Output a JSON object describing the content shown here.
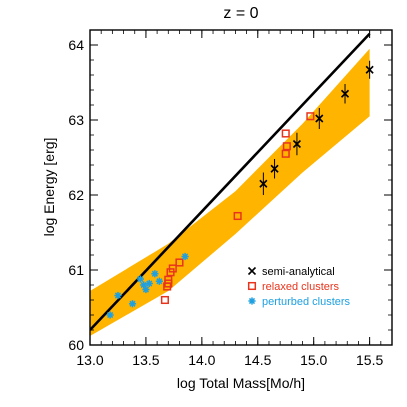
{
  "chart_data": {
    "type": "scatter",
    "title": "z = 0",
    "xlabel": "log Total Mass[Mo/h]",
    "ylabel": "log Energy [erg]",
    "xlim": [
      13.0,
      15.7
    ],
    "ylim": [
      60.0,
      64.2
    ],
    "xticks": [
      "13.0",
      "13.5",
      "14.0",
      "14.5",
      "15.0",
      "15.5"
    ],
    "yticks": [
      "60",
      "61",
      "62",
      "63",
      "64"
    ],
    "xtick_values": [
      13.0,
      13.5,
      14.0,
      14.5,
      15.0,
      15.5
    ],
    "ytick_values": [
      60,
      61,
      62,
      63,
      64
    ],
    "legend_position": "bottom-right",
    "reference_line": {
      "x": [
        13.0,
        15.5
      ],
      "y": [
        60.2,
        64.15
      ],
      "color": "#000000"
    },
    "band": {
      "color": "#FFB400",
      "x": [
        13.0,
        13.7,
        14.3,
        14.9,
        15.5
      ],
      "lower": [
        60.12,
        60.72,
        61.48,
        62.3,
        63.05
      ],
      "upper": [
        60.72,
        61.35,
        62.05,
        62.95,
        63.95
      ]
    },
    "series": [
      {
        "name": "semi-analytical",
        "marker": "x",
        "color": "#000000",
        "x": [
          14.55,
          14.65,
          14.85,
          15.05,
          15.28,
          15.5
        ],
        "y": [
          62.15,
          62.35,
          62.68,
          63.02,
          63.35,
          63.67
        ],
        "yerr": [
          0.15,
          0.13,
          0.15,
          0.14,
          0.13,
          0.12
        ]
      },
      {
        "name": "relaxed clusters",
        "marker": "square",
        "color": "#E8341C",
        "x": [
          13.67,
          13.69,
          13.7,
          13.7,
          13.72,
          13.74,
          13.8,
          14.32,
          14.75,
          14.76,
          14.75,
          14.97
        ],
        "y": [
          60.6,
          60.78,
          60.82,
          60.87,
          60.97,
          61.02,
          61.1,
          61.72,
          62.55,
          62.65,
          62.82,
          63.05
        ]
      },
      {
        "name": "perturbed clusters",
        "marker": "star",
        "color": "#1EA0E0",
        "x": [
          13.18,
          13.25,
          13.38,
          13.45,
          13.48,
          13.5,
          13.53,
          13.58,
          13.62,
          13.85
        ],
        "y": [
          60.4,
          60.66,
          60.55,
          60.88,
          60.8,
          60.74,
          60.82,
          60.95,
          60.85,
          61.18
        ]
      }
    ]
  }
}
